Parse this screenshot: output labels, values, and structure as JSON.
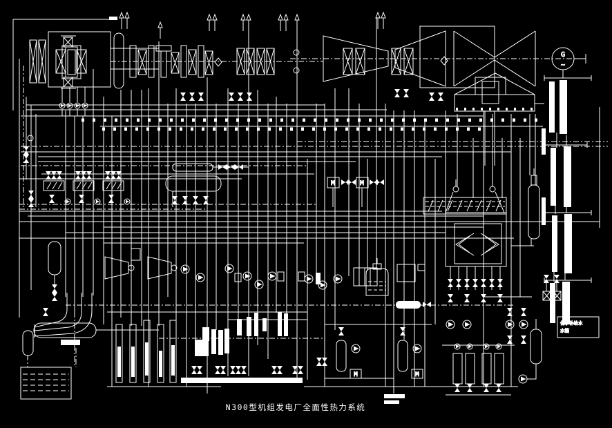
{
  "page": {
    "background_color": "#000000",
    "line_color": "#ffffff"
  },
  "diagram": {
    "title": "N300型机组发电厂全面性热力系统",
    "type": "power-plant thermal system CAD schematic"
  },
  "labels": {
    "generator": "G",
    "generator_wave": "~",
    "motor": "M",
    "makeup_line1": "化学补给水",
    "makeup_line2": "水箱"
  },
  "components": [
    "gland-seal-system",
    "main-steam-valve-rack",
    "coupling-valve-groups",
    "hp-turbine",
    "ip-turbine",
    "lp-turbine",
    "condenser",
    "generator",
    "boiler-furnace",
    "steam-drum",
    "reheater-chevrons",
    "startup-separator",
    "riser-header-stacks",
    "deaerator",
    "deaerator-storage-tank",
    "hp-heater-train",
    "boiler-feed-pump-turbines",
    "feedwater-pumps",
    "condensate-polishers",
    "condensate-pumps",
    "flash-tank",
    "blowdown-elbow",
    "circulating-water-pool",
    "lp-heater-bank",
    "drain-manifold",
    "boiler-circulation-pumps",
    "makeup-water-tank-label",
    "vent-stacks",
    "extraction-tick-lines"
  ]
}
